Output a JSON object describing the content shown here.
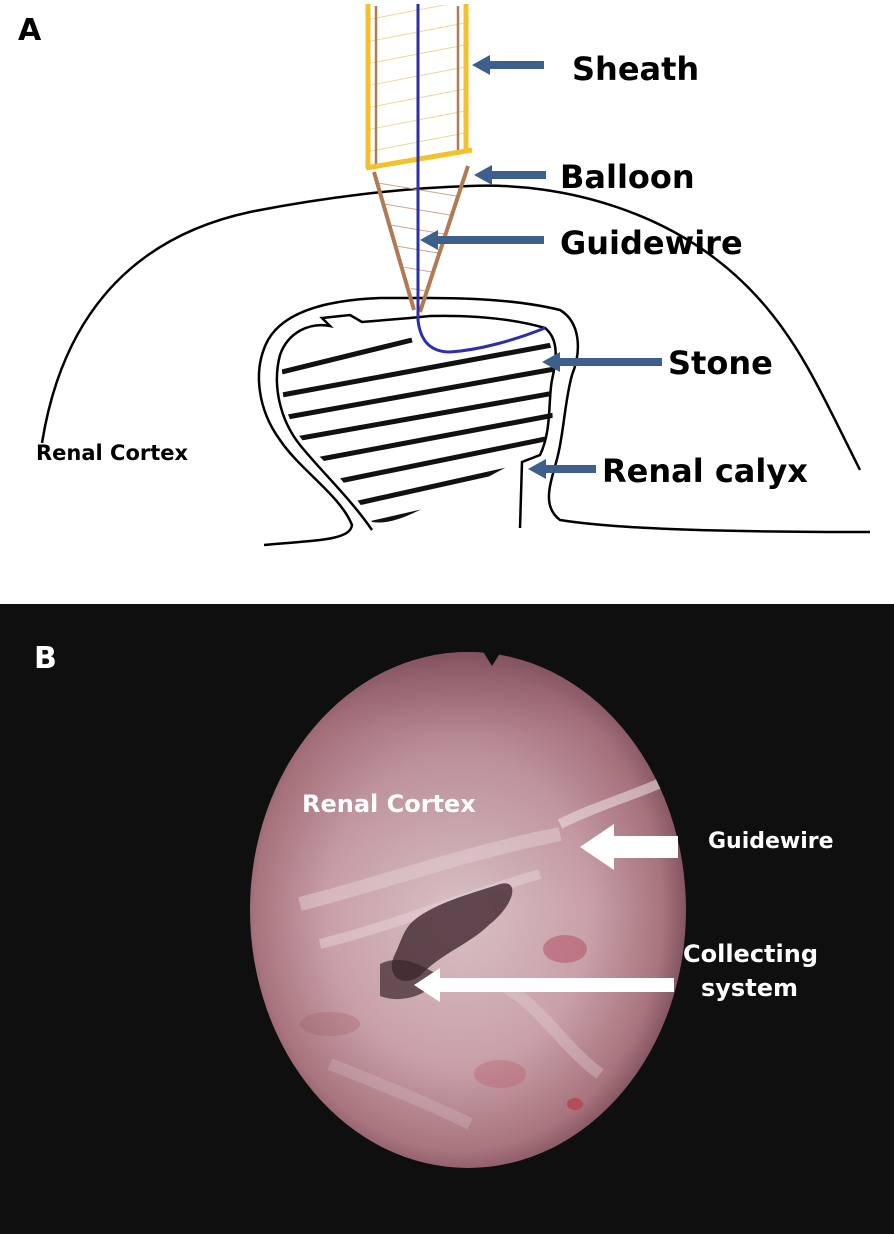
{
  "panel_a": {
    "letter": "A",
    "labels": {
      "sheath": "Sheath",
      "balloon": "Balloon",
      "guidewire": "Guidewire",
      "stone": "Stone",
      "renal_cortex": "Renal Cortex",
      "renal_calyx": "Renal calyx"
    },
    "colors": {
      "sheath": "#f2c12e",
      "balloon": "#b07a52",
      "guidewire": "#2b2fa8",
      "arrow": "#3d5f8c",
      "outline": "#000000"
    }
  },
  "panel_b": {
    "letter": "B",
    "labels": {
      "renal_cortex": "Renal Cortex",
      "guidewire": "Guidewire",
      "collecting_line1": "Collecting",
      "collecting_line2": "system"
    },
    "colors": {
      "background": "#0f0f0f",
      "tissue": "#c9a0a8",
      "arrow": "#ffffff"
    }
  }
}
